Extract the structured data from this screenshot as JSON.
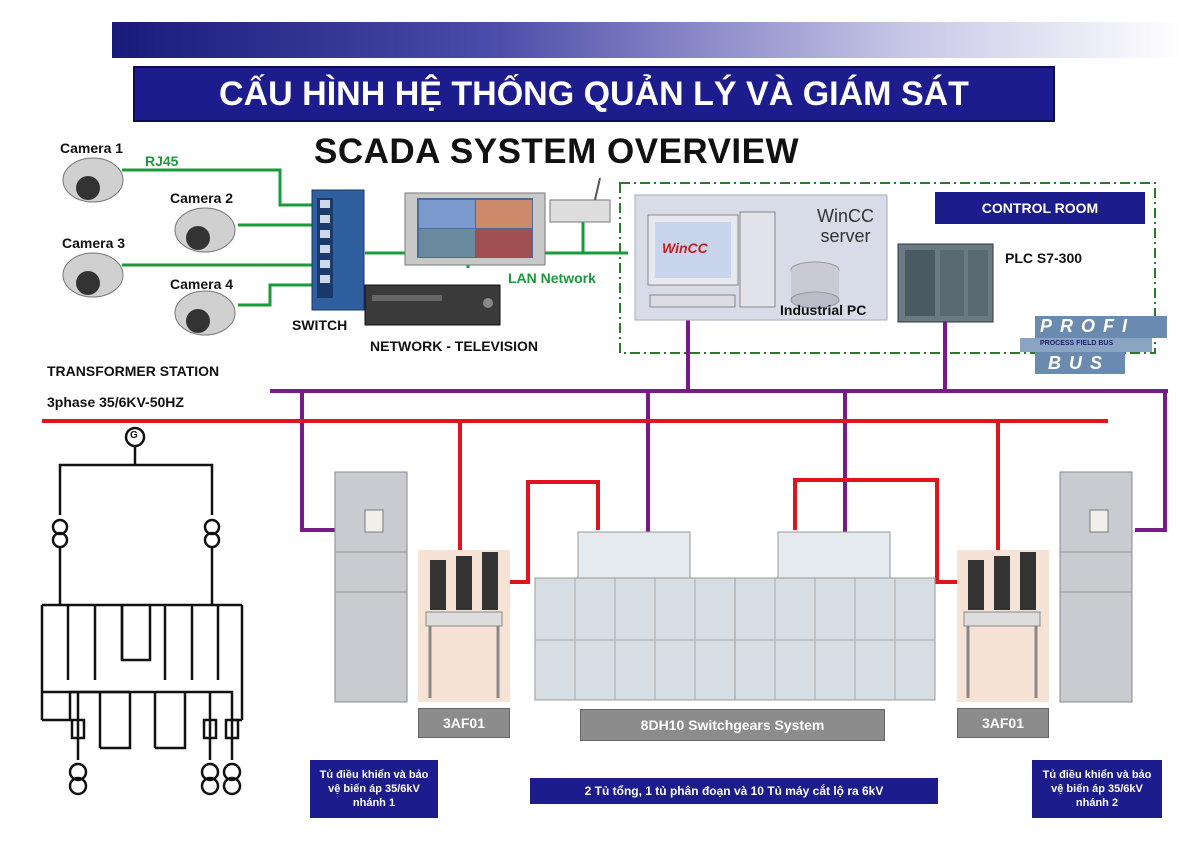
{
  "header": {
    "title": "CẤU HÌNH HỆ THỐNG QUẢN LÝ VÀ GIÁM SÁT",
    "subtitle": "SCADA SYSTEM OVERVIEW"
  },
  "cameras": [
    "Camera 1",
    "Camera 2",
    "Camera 3",
    "Camera 4"
  ],
  "network": {
    "rj45": "RJ45",
    "switch": "SWITCH",
    "network_tv": "NETWORK - TELEVISION",
    "lan": "LAN Network"
  },
  "control_room": {
    "label": "CONTROL ROOM",
    "wincc_server": "WinCC server",
    "wincc_logo": "WinCC",
    "industrial_pc": "Industrial PC",
    "plc": "PLC S7-300",
    "profibus_top": "PROFI",
    "profibus_mid": "PROCESS FIELD BUS",
    "profibus_bottom": "BUS"
  },
  "station": {
    "name": "TRANSFORMER STATION",
    "spec": "3phase 35/6KV-50HZ",
    "generator": "G"
  },
  "equipment": {
    "breaker_left": "3AF01",
    "breaker_right": "3AF01",
    "switchgear": "8DH10 Switchgears System"
  },
  "captions": {
    "left": "Tủ điều khiển và bảo vệ biến áp 35/6kV nhánh 1",
    "center": "2 Tủ tổng, 1 tủ phân đoạn và 10 Tủ máy cắt lộ ra 6kV",
    "right": "Tủ điều khiển và bảo vệ biến áp 35/6kV nhánh 2"
  },
  "colors": {
    "power_line": "#e0141e",
    "bus_line": "#7a1a8a",
    "camera_line": "#1a9a3a",
    "title_bg": "#1c1c8c",
    "label_gray": "#8c8c8c"
  }
}
